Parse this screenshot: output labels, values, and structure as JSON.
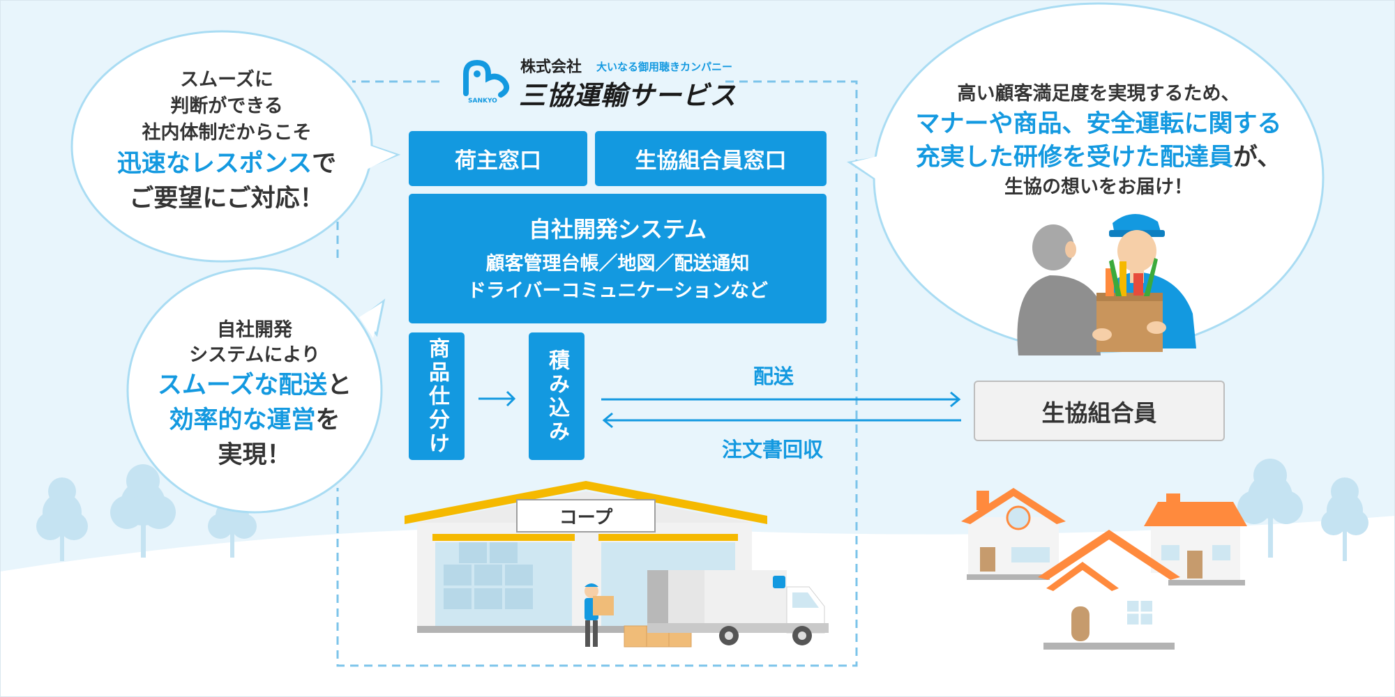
{
  "colors": {
    "accent_blue": "#1399e0",
    "sky": "#e8f5fc",
    "hill": "#ffffff",
    "tree": "#c5e3f2",
    "warehouse_roof": "#f5b900",
    "house_roof": "#ff8a3d",
    "member_box_bg": "#f2f2f2",
    "text_dark": "#333333"
  },
  "logo": {
    "company_prefix": "株式会社",
    "tagline": "大いなる御用聴きカンパニー",
    "company_name": "三協運輸サービス",
    "mark_text": "SANKYO",
    "mark_icon": "sankyo-logo-icon"
  },
  "bubble_left_top": {
    "line1": "スムーズに",
    "line2": "判断ができる",
    "line3": "社内体制だからこそ",
    "highlight": "迅速なレスポンス",
    "after_highlight": "で",
    "line5": "ご要望にご対応！"
  },
  "bubble_left_bottom": {
    "line1": "自社開発",
    "line2": "システムにより",
    "highlight1": "スムーズな配送",
    "after1": "と",
    "highlight2": "効率的な運営",
    "after2": "を",
    "line5": "実現！"
  },
  "bubble_right": {
    "line1": "高い顧客満足度を実現するため、",
    "highlight1": "マナーや商品、安全運転に関する",
    "highlight2": "充実した研修を受けた配達員",
    "after2": "が、",
    "line4": "生協の想いをお届け！"
  },
  "boxes": {
    "shipper_window": "荷主窓口",
    "member_window": "生協組合員窓口",
    "system_title": "自社開発システム",
    "system_line1": "顧客管理台帳／地図／配送通知",
    "system_line2": "ドライバーコミュニケーションなど",
    "sorting": "商品仕分け",
    "loading": "積み込み"
  },
  "flow": {
    "delivery": "配送",
    "order_collection": "注文書回収"
  },
  "member": "生協組合員",
  "warehouse_sign": "コープ",
  "icons": {
    "arrow": "right-arrow-icon",
    "return_arrow": "left-arrow-icon",
    "truck": "delivery-truck-icon",
    "worker": "worker-carrying-box-icon",
    "courier": "courier-handing-groceries-icon",
    "house": "house-icon",
    "tree": "tree-icon"
  }
}
